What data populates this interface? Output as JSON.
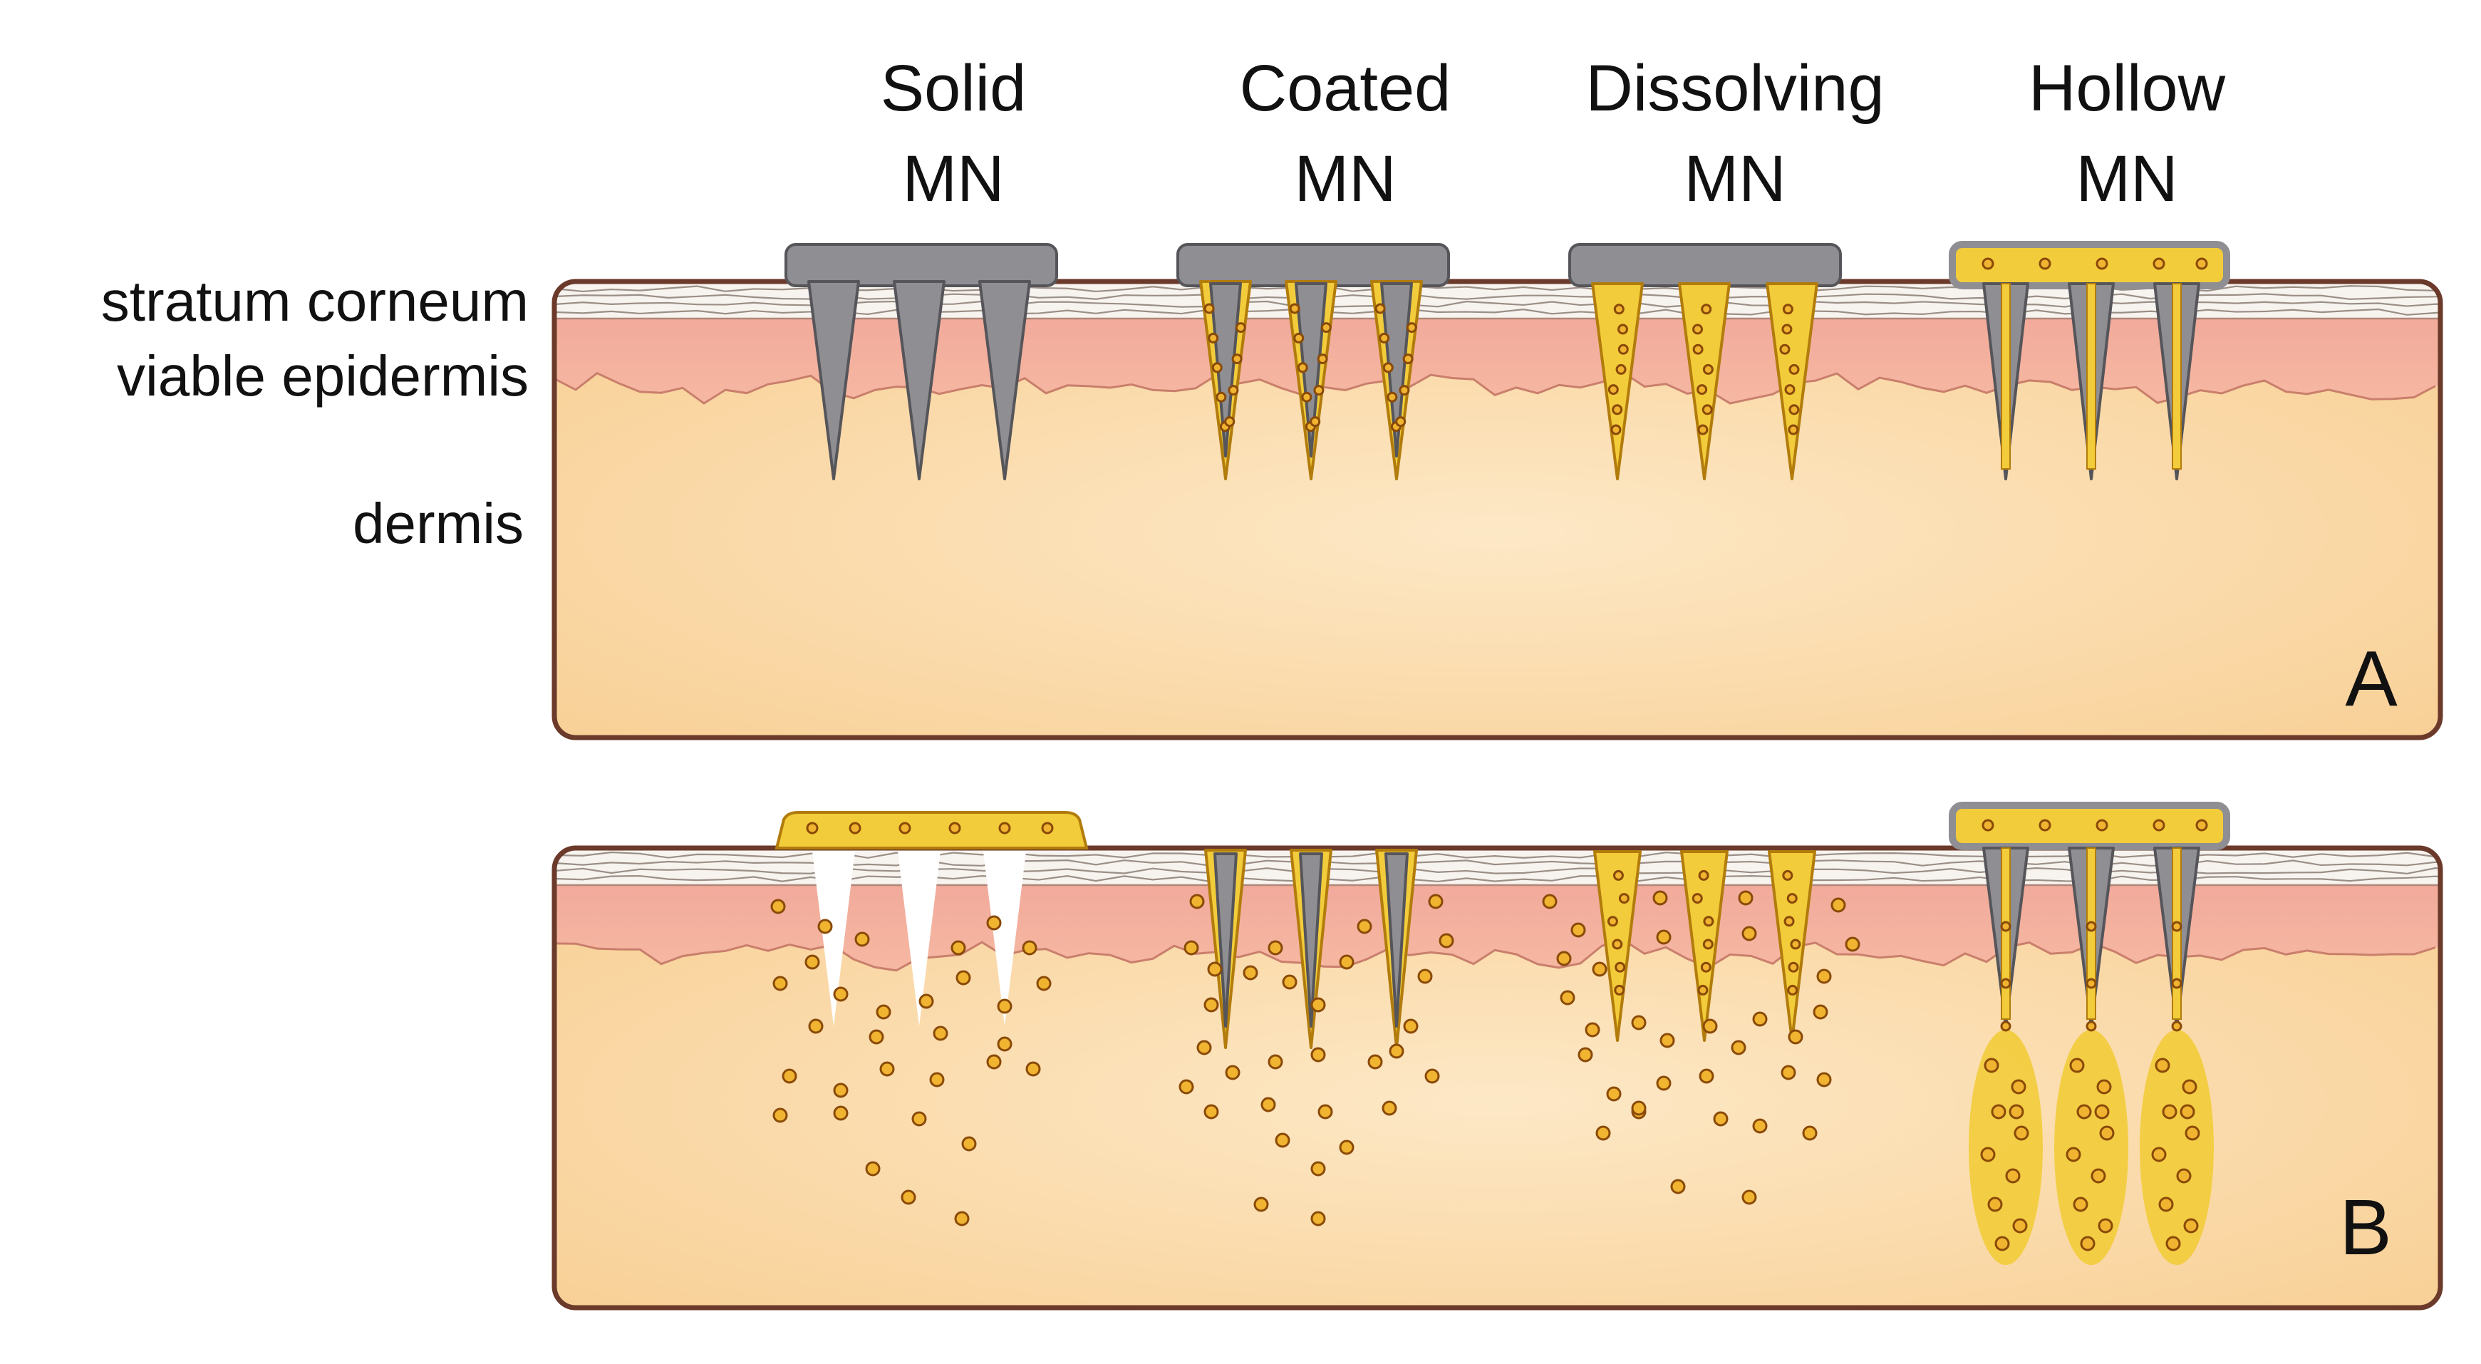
{
  "headers": [
    {
      "line1": "Solid",
      "line2": "MN"
    },
    {
      "line1": "Coated",
      "line2": "MN"
    },
    {
      "line1": "Dissolving",
      "line2": "MN"
    },
    {
      "line1": "Hollow",
      "line2": "MN"
    }
  ],
  "layer_labels": {
    "stratum_corneum": "stratum corneum",
    "viable_epidermis": "viable epidermis",
    "dermis": "dermis"
  },
  "panels": [
    {
      "id": "A",
      "label": "A"
    },
    {
      "id": "B",
      "label": "B"
    }
  ],
  "colors": {
    "dermis": "#fbd9a4",
    "dermis_light": "#fde6c0",
    "epidermis": "#f3a89a",
    "stratum_corneum": "#f7f3ef",
    "outline": "#6b3a2a",
    "metal": "#8e8e93",
    "metal_edge": "#55555a",
    "drug": "#f2cc3a",
    "drug_edge": "#b27c0c",
    "dot_fill": "#f0b431",
    "dot_edge": "#8a4a08",
    "pore": "#ffffff"
  }
}
